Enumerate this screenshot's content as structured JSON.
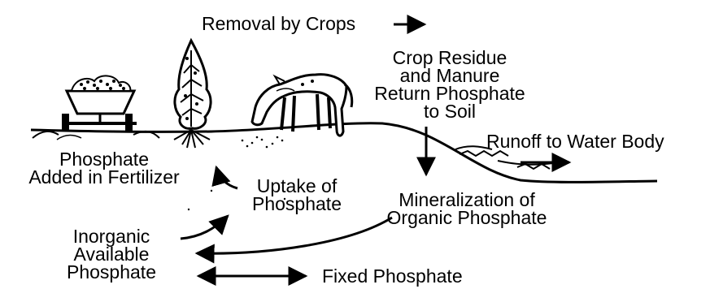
{
  "colors": {
    "ink": "#000000",
    "background": "#ffffff"
  },
  "labels": {
    "removal": "Removal by Crops",
    "residue": [
      "Crop Residue",
      "and Manure",
      "Return Phosphate",
      "to Soil"
    ],
    "runoff": "Runoff to Water Body",
    "fertilizer": [
      "Phosphate",
      "Added in Fertilizer"
    ],
    "uptake": [
      "Uptake of",
      "Phosphate"
    ],
    "mineralization": [
      "Mineralization of",
      "Organic Phosphate"
    ],
    "inorganic": [
      "Inorganic",
      "Available",
      "Phosphate"
    ],
    "fixed": "Fixed Phosphate"
  },
  "icons": [
    "fertilizer-spreader-icon",
    "crop-plant-icon",
    "horse-icon"
  ]
}
